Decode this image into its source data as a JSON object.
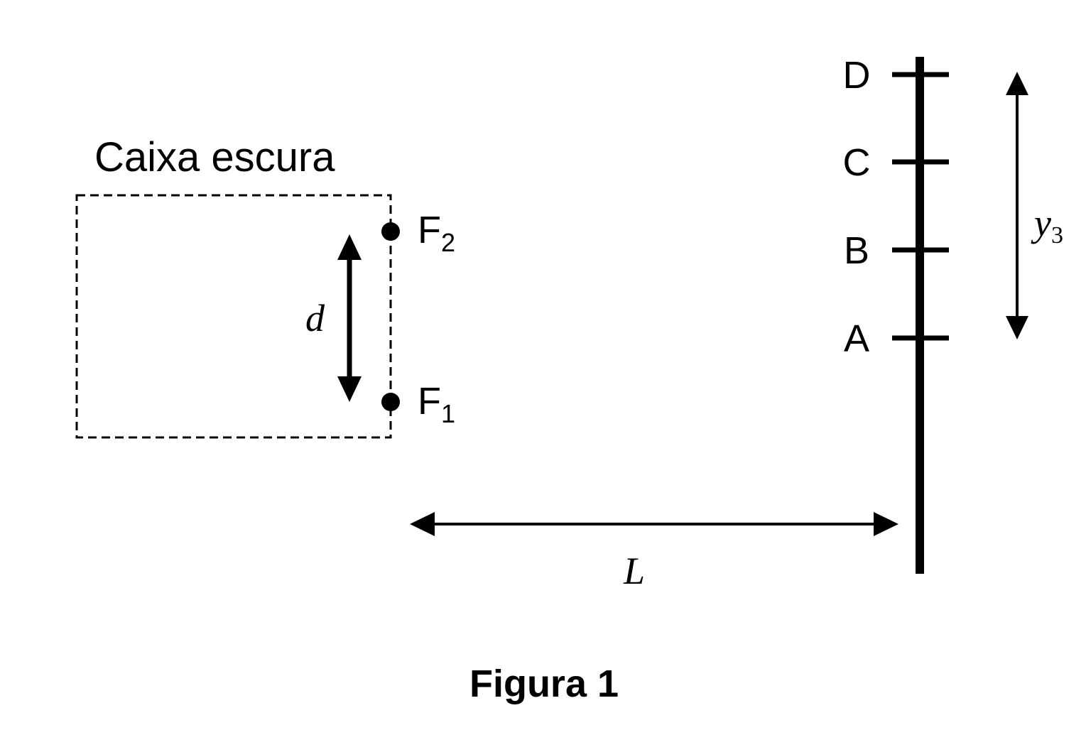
{
  "diagram": {
    "box_title": "Caixa escura",
    "sources": [
      {
        "id": "F2",
        "letter": "F",
        "subscript": "2"
      },
      {
        "id": "F1",
        "letter": "F",
        "subscript": "1"
      }
    ],
    "separation_label": "d",
    "distance_label": "L",
    "screen_points": [
      "D",
      "C",
      "B",
      "A"
    ],
    "span_label": {
      "letter": "y",
      "subscript": "3"
    },
    "caption": "Figura 1",
    "colors": {
      "ink": "#000000",
      "background": "#ffffff"
    }
  }
}
